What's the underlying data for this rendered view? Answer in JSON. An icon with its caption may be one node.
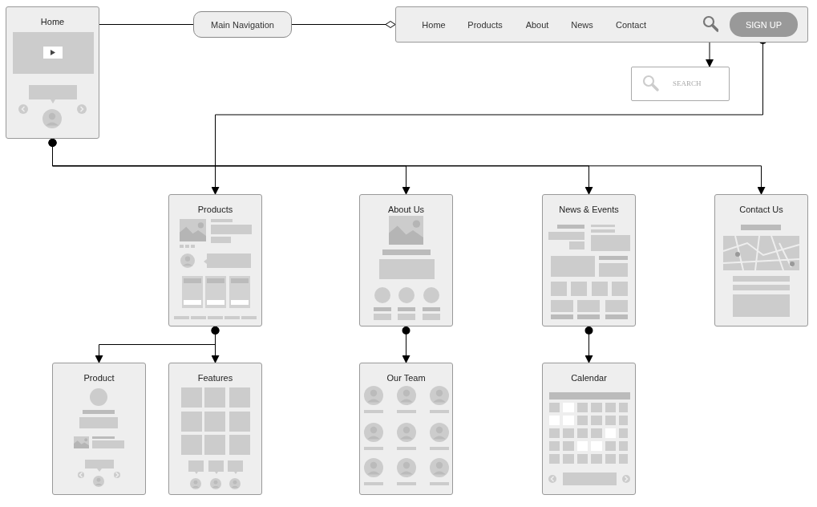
{
  "diagram": {
    "nodes": [
      {
        "text": [
          "Home"
        ]
      },
      {
        "text": [
          "Main Navigation"
        ]
      },
      {
        "text": [
          "Home",
          "Products",
          "About",
          "News",
          "Contact"
        ]
      },
      {
        "text": [],
        "shape": "picture",
        "in": 2
      },
      {
        "text": [
          "SIGN UP"
        ],
        "in": 2
      },
      {
        "text": [
          "SEARCH"
        ]
      },
      {
        "text": [
          "Products"
        ]
      },
      {
        "text": [
          "About Us"
        ]
      },
      {
        "text": [
          "News & Events"
        ]
      },
      {
        "text": [
          "Contact Us"
        ]
      },
      {
        "text": [
          "Product"
        ]
      },
      {
        "text": [
          "Features"
        ]
      },
      {
        "text": [
          "Our Team"
        ]
      },
      {
        "text": [
          "Calendar"
        ]
      }
    ],
    "edges": [
      {
        "from": 0,
        "to": 1,
        "arrow": "none"
      },
      {
        "from": 1,
        "to": 2,
        "arrow": "other"
      },
      {
        "from": 3,
        "to": 5,
        "arrow": "to"
      },
      {
        "from": 4,
        "to": 6,
        "arrow": "to"
      },
      {
        "from": 0,
        "to": 7,
        "arrow": "to"
      },
      {
        "from": 0,
        "to": 8,
        "arrow": "to"
      },
      {
        "from": 0,
        "to": 9,
        "arrow": "to"
      },
      {
        "from": 6,
        "to": 10,
        "arrow": "to"
      },
      {
        "from": 6,
        "to": 11,
        "arrow": "to"
      },
      {
        "from": 7,
        "to": 12,
        "arrow": "to"
      },
      {
        "from": 8,
        "to": 13,
        "arrow": "to"
      }
    ]
  }
}
